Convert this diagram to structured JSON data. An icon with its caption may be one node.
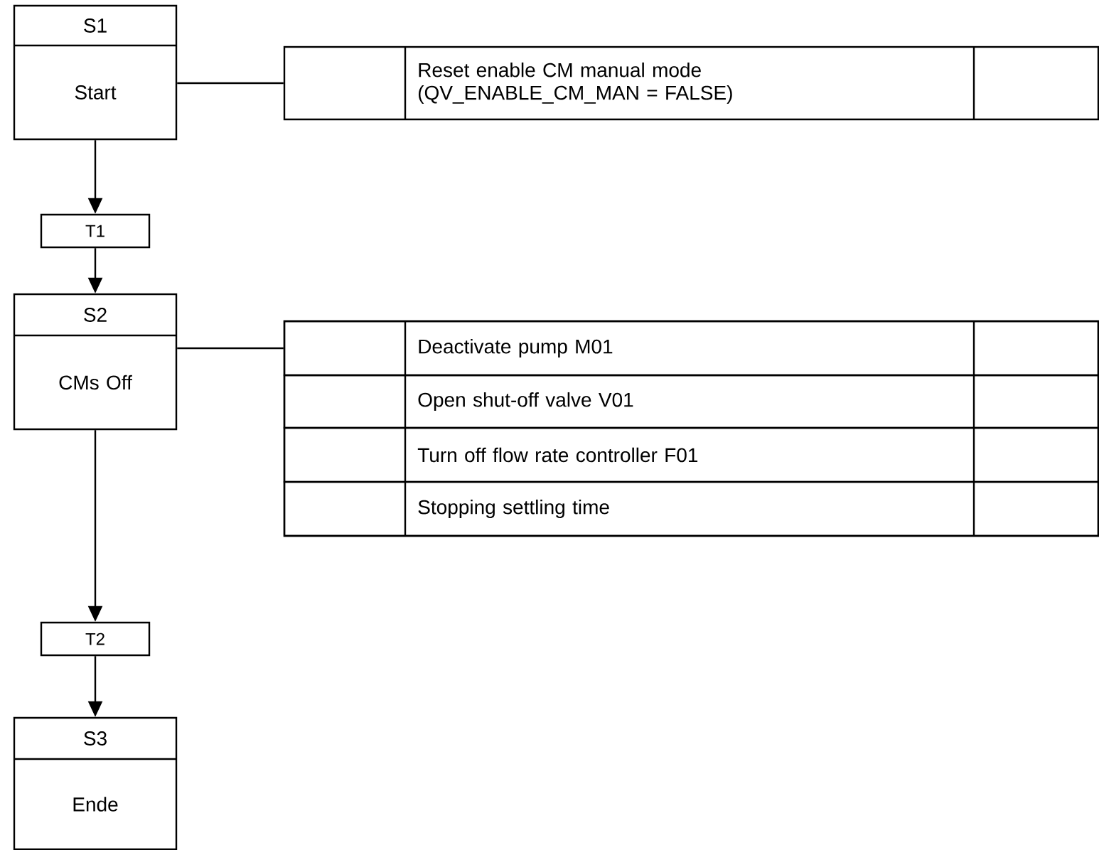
{
  "diagram": {
    "nodes": [
      {
        "text": [
          "S1",
          "Start"
        ]
      },
      {
        "text": [
          "Reset enable CM manual mode (QV_ENABLE_CM_MAN = FALSE)"
        ]
      },
      {
        "text": [
          "T1"
        ]
      },
      {
        "text": [
          "S2",
          "CMs Off"
        ]
      },
      {
        "text": [],
        "shape": "box"
      },
      {
        "text": [
          "Deactivate pump M01"
        ],
        "in": 4
      },
      {
        "text": [
          "Open shut-off valve V01"
        ],
        "in": 4
      },
      {
        "text": [
          "Turn off flow rate controller F01"
        ],
        "in": 4
      },
      {
        "text": [
          "Stopping settling time"
        ],
        "in": 4
      },
      {
        "text": [
          "T2"
        ]
      },
      {
        "text": [
          "S3",
          "Ende"
        ]
      }
    ],
    "edges": [
      {
        "from": 0,
        "to": 1,
        "arrow": "none"
      },
      {
        "from": 0,
        "to": 2,
        "arrow": "to"
      },
      {
        "from": 2,
        "to": 3,
        "arrow": "to"
      },
      {
        "from": 3,
        "to": 4,
        "arrow": "none"
      },
      {
        "from": 3,
        "to": 9,
        "arrow": "to"
      },
      {
        "from": 9,
        "to": 10,
        "arrow": "to"
      }
    ]
  }
}
